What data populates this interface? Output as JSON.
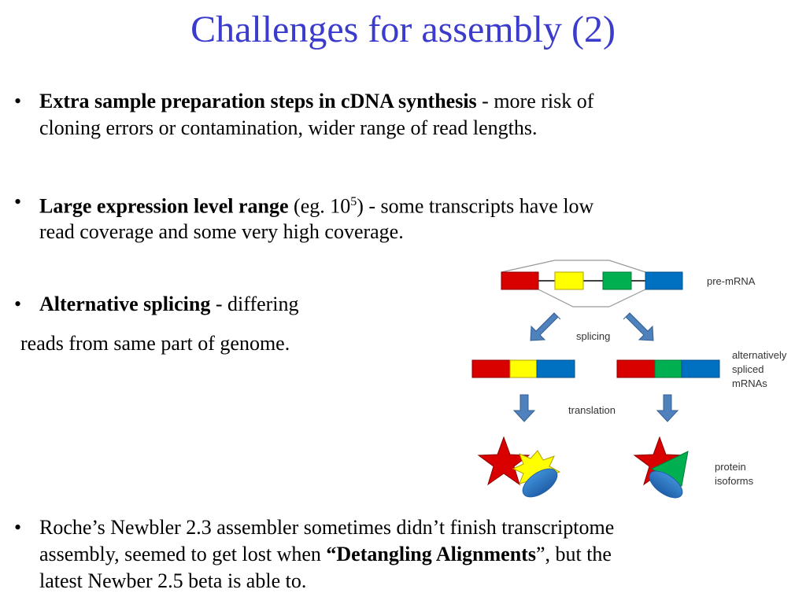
{
  "title": "Challenges for assembly (2)",
  "bullet_char": "•",
  "bullets": [
    {
      "bold": "Extra sample preparation steps in cDNA synthesis",
      "rest1": " - more risk of",
      "rest2": "cloning errors or contamination, wider range of read lengths."
    },
    {
      "bold": "Large expression level range",
      "pre": " (eg. 10",
      "sup": "5",
      "post": ") - some transcripts have low",
      "rest2": "read coverage and some very high coverage."
    },
    {
      "bold": "Alternative splicing",
      "rest1": " - differing",
      "rest2": "reads from same part of genome."
    },
    {
      "line1": "Roche’s Newbler 2.3 assembler sometimes didn’t finish transcriptome",
      "line2_pre": "assembly, seemed to get lost when ",
      "line2_bold": "“Detangling Alignments",
      "line2_post": "”, but the",
      "line3": "latest Newber 2.5 beta is able to."
    }
  ],
  "diagram": {
    "labels": {
      "pre_mrna": "pre-mRNA",
      "splicing": "splicing",
      "alt_line1": "alternatively",
      "alt_line2": "spliced",
      "alt_line3": "mRNAs",
      "translation": "translation",
      "protein_line1": "protein",
      "protein_line2": "isoforms"
    },
    "colors": {
      "red": "#d90000",
      "yellow": "#ffff00",
      "green": "#00b050",
      "blue": "#0070c0",
      "arrow": "#4f81bd"
    }
  }
}
